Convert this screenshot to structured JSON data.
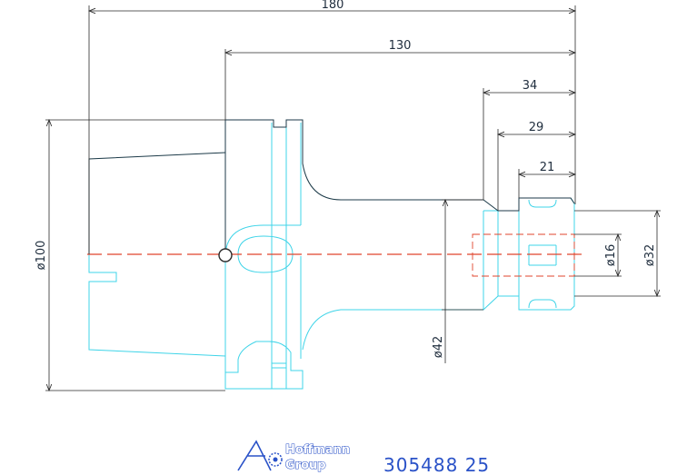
{
  "dimensions": {
    "overall_length": "180",
    "gauge_length": "130",
    "length_34": "34",
    "length_29": "29",
    "length_21": "21",
    "flange_diameter": "ø100",
    "neck_diameter": "ø42",
    "bore_diameter": "ø16",
    "nose_diameter": "ø32"
  },
  "logo": {
    "line1": "Hoffmann",
    "line2": "Group"
  },
  "part_number": "305488 25",
  "colors": {
    "outline": "#3fd4e8",
    "contour": "#1c3a48",
    "centerline": "#e0452c",
    "brand": "#2a52c8"
  }
}
